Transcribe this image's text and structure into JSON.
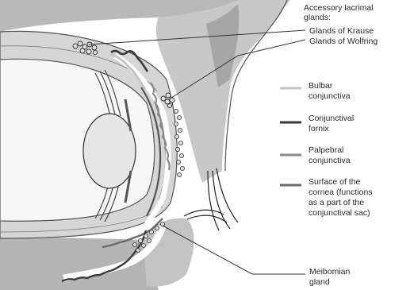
{
  "labels": {
    "accessory_line1": "Accessory lacrimal",
    "accessory_line2": "glands:",
    "krause": "Glands of Krause",
    "wolfring": "Glands of Wolfring",
    "bulbar_line1": "Bulbar",
    "bulbar_line2": "conjunctiva",
    "fornix_line1": "Conjunctival",
    "fornix_line2": "fornix",
    "palpebral_line1": "Palpebral",
    "palpebral_line2": "conjunctiva",
    "cornea_line1": "Surface of the",
    "cornea_line2": "cornea (functions",
    "cornea_line3": "as a part of the",
    "cornea_line4": "conjunctival sac)",
    "meibomian_line1": "Meibomian",
    "meibomian_line2": "gland"
  },
  "legend_colors": {
    "bulbar": "#c4c4c4",
    "fornix": "#3a3a3a",
    "palpebral": "#8a8a8a",
    "cornea": "#6c6c6c"
  }
}
